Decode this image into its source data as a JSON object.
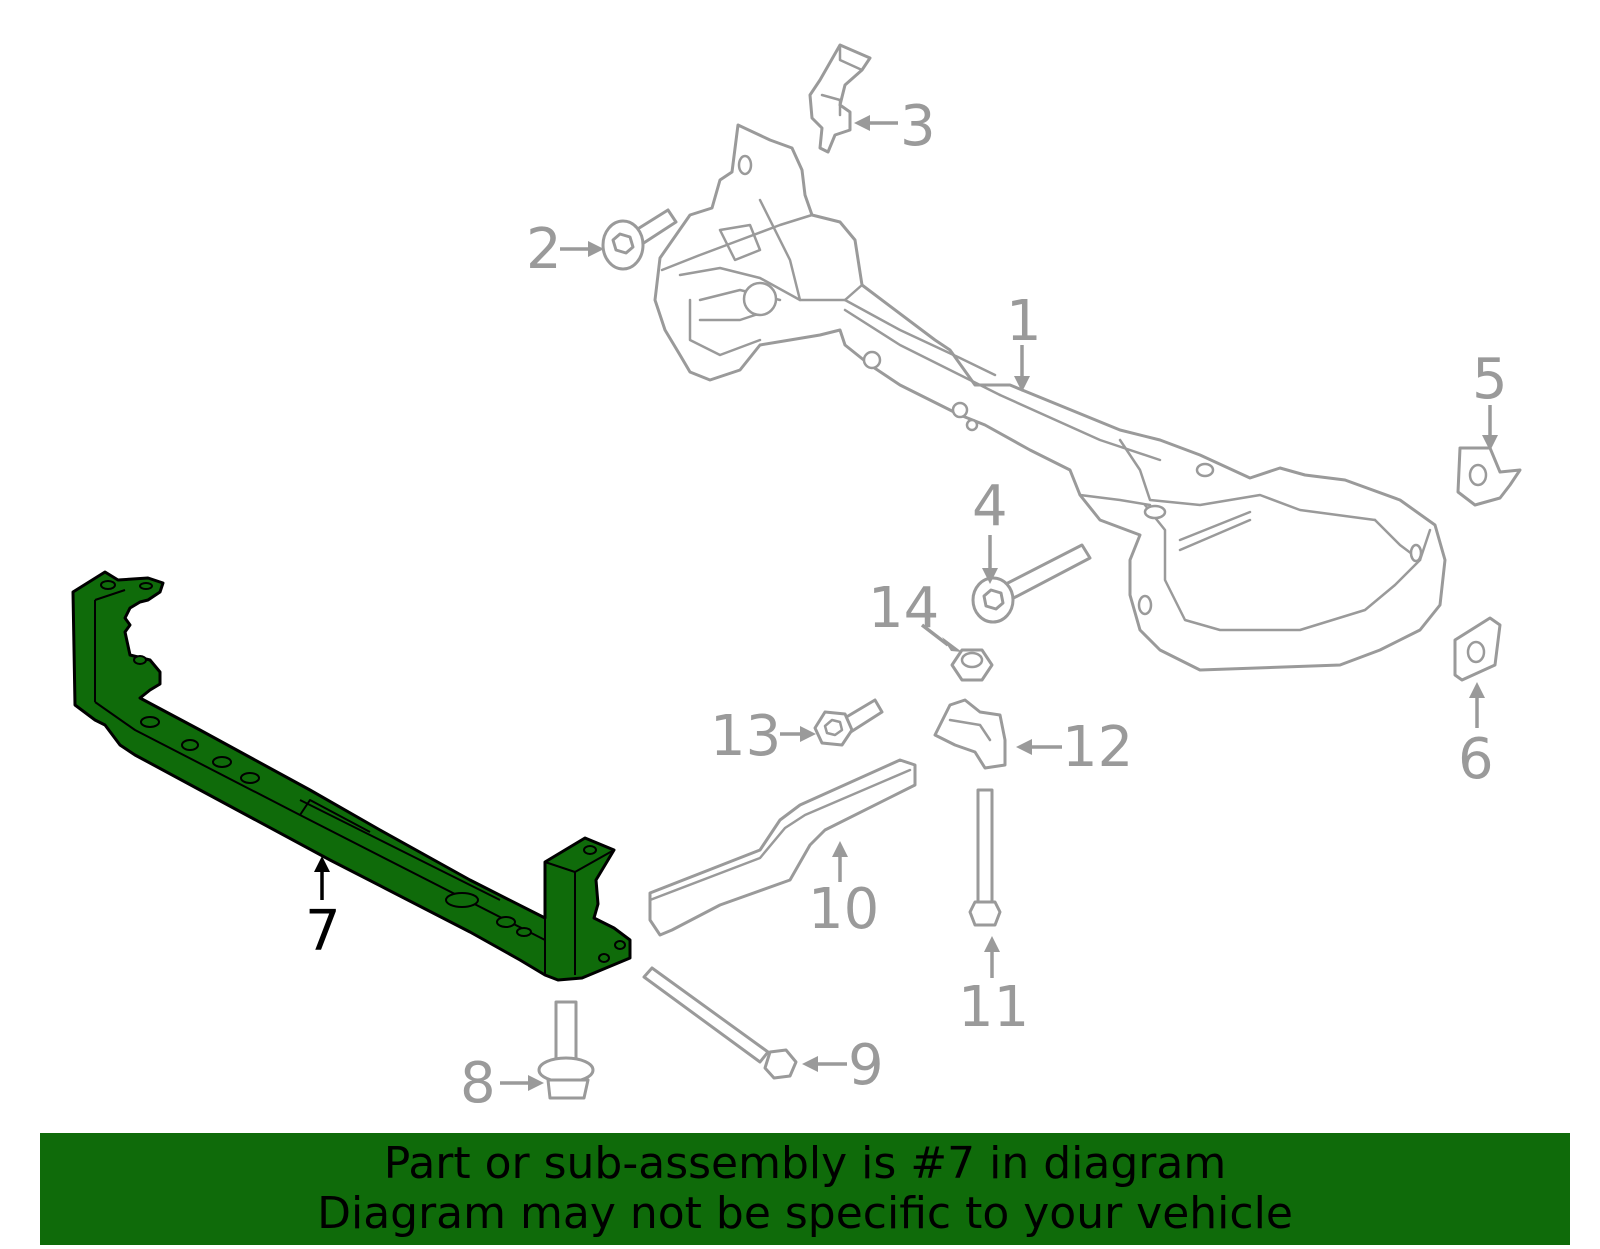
{
  "diagram": {
    "highlight_color": "#0f6b0a",
    "line_color": "#9a9a9a",
    "highlighted_part": "7",
    "callouts": [
      {
        "id": "c1",
        "label": "1"
      },
      {
        "id": "c2",
        "label": "2"
      },
      {
        "id": "c3",
        "label": "3"
      },
      {
        "id": "c4",
        "label": "4"
      },
      {
        "id": "c5",
        "label": "5"
      },
      {
        "id": "c6",
        "label": "6"
      },
      {
        "id": "c7",
        "label": "7"
      },
      {
        "id": "c8",
        "label": "8"
      },
      {
        "id": "c9",
        "label": "9"
      },
      {
        "id": "c10",
        "label": "10"
      },
      {
        "id": "c11",
        "label": "11"
      },
      {
        "id": "c12",
        "label": "12"
      },
      {
        "id": "c13",
        "label": "13"
      },
      {
        "id": "c14",
        "label": "14"
      }
    ]
  },
  "banner": {
    "line1": "Part or sub-assembly is #7 in diagram",
    "line2": "Diagram may not be specific to your vehicle"
  }
}
